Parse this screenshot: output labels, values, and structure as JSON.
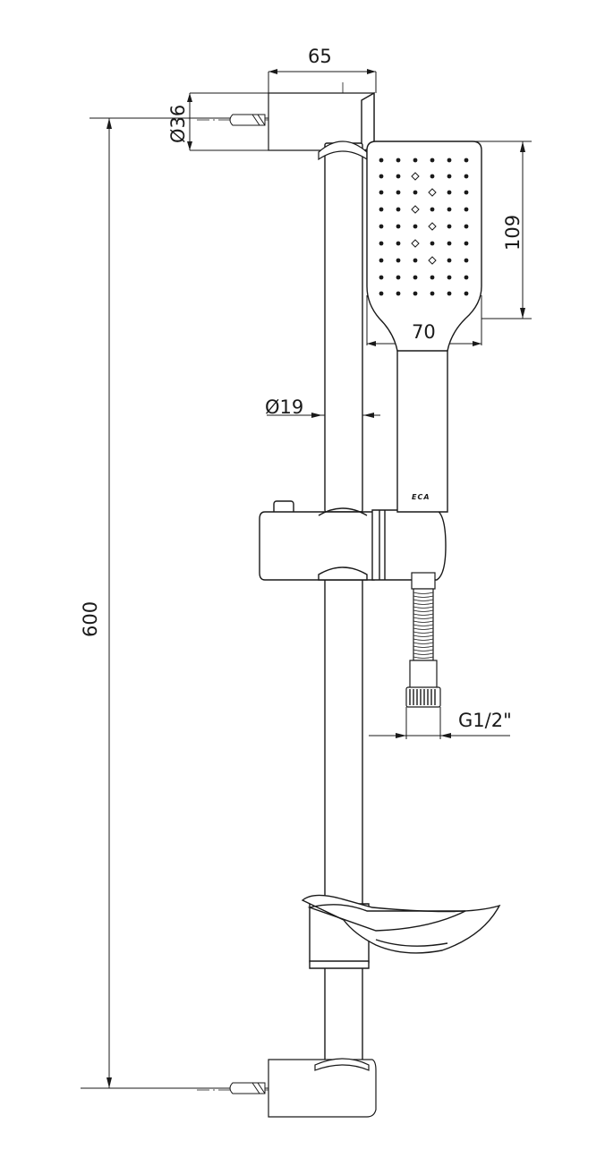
{
  "dimensions": {
    "mount_width": "65",
    "wall_flange_diameter": "Ø36",
    "bar_length": "600",
    "bar_diameter": "Ø19",
    "handset_height": "109",
    "handset_width": "70",
    "hose_thread": "G1/2\""
  },
  "brand_logo": "ECA",
  "colors": {
    "line": "#1a1a1a",
    "background": "#ffffff"
  }
}
